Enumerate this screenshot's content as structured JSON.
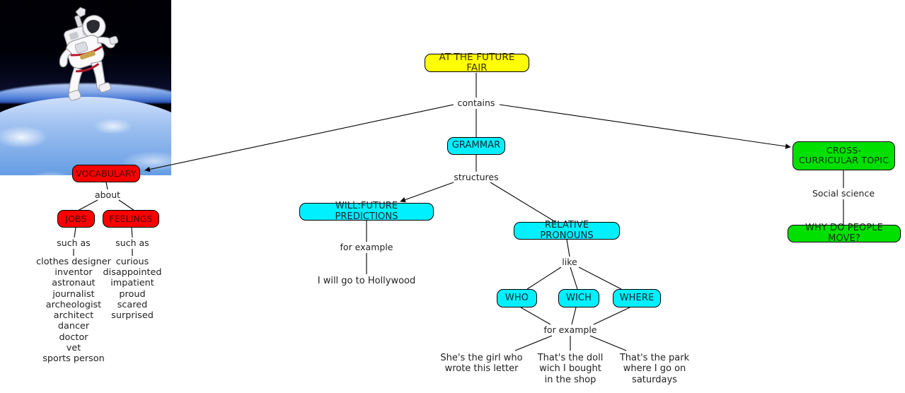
{
  "title": "AT THE FUTURE FAIR concept map",
  "image": {
    "name": "astronaut-eva-over-earth-photo",
    "description": "Astronaut performing an untethered spacewalk above the blue Earth"
  },
  "colors": {
    "root": "#ffff00",
    "grammar": "#00f0ff",
    "vocabulary": "#fa0000",
    "cross_curricular": "#00e000",
    "edge": "#000000",
    "text": "#222222"
  },
  "nodes": {
    "root": "AT THE FUTURE FAIR",
    "grammar": "GRAMMAR",
    "vocabulary": "VOCABULARY",
    "cross_curricular": "CROSS-CURRICULAR TOPIC",
    "why_do_people_move": "WHY DO PEOPLE MOVE?",
    "jobs": "JOBS",
    "feelings": "FEELINGS",
    "will_future": "WILL:FUTURE PREDICTIONS",
    "relative_pronouns": "RELATIVE PRONOUNS",
    "who": "WHO",
    "wich": "WICH",
    "where": "WHERE"
  },
  "link_labels": {
    "contains": "contains",
    "structures": "structures",
    "about": "about",
    "such_as_jobs": "such as",
    "such_as_feelings": "such as",
    "social_science": "Social science",
    "for_example_will": "for example",
    "like": "like",
    "for_example_pronouns": "for example"
  },
  "leaves": {
    "jobs_words": "clothes designer\ninventor\nastronaut\njournalist\narcheologist\narchitect\ndancer\ndoctor\nvet\nsports person",
    "feelings_words": "curious\ndisappointed\nimpatient\nproud\nscared\nsurprised",
    "will_example": "I will go to Hollywood",
    "who_example": "She's the girl who\nwrote this letter",
    "wich_example": "That's the doll\nwich I bought\nin the shop",
    "where_example": "That's the park\nwhere I go on\nsaturdays"
  }
}
